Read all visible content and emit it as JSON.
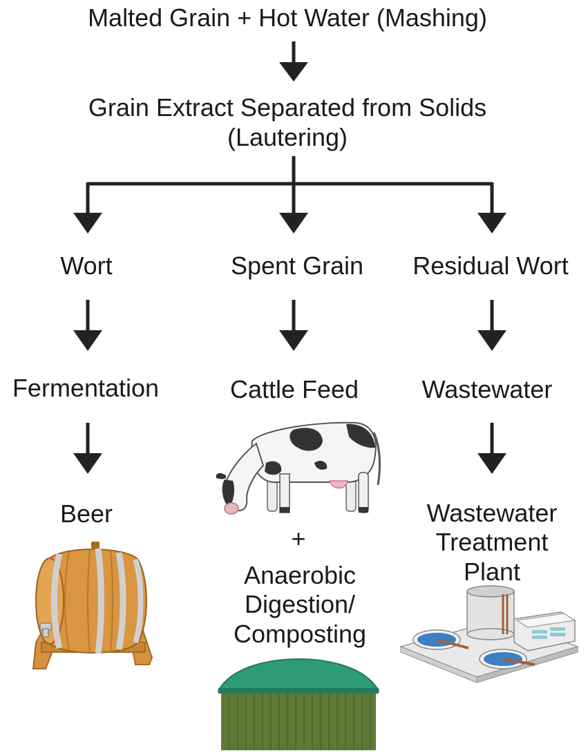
{
  "nodes": {
    "mashing": "Malted Grain + Hot Water (Mashing)",
    "lautering": [
      "Grain Extract Separated from Solids",
      "(Lautering)"
    ],
    "wort": "Wort",
    "spent_grain": "Spent Grain",
    "residual_wort": "Residual Wort",
    "fermentation": "Fermentation",
    "cattle_feed": "Cattle Feed",
    "wastewater": "Wastewater",
    "beer": "Beer",
    "plus": "+",
    "anaerobic": [
      "Anaerobic",
      "Digestion/",
      "Composting"
    ],
    "treatment": [
      "Wastewater",
      "Treatment",
      "Plant"
    ]
  },
  "illustrations": {
    "barrel": "barrel-icon",
    "cow": "cow-icon",
    "digester": "digester-icon",
    "treatment_plant": "treatment-plant-icon"
  },
  "colors": {
    "arrow": "#222222",
    "barrel_wood": "#d9953f",
    "barrel_band": "#c9c9c9",
    "digester_dome": "#2f9a78",
    "digester_wall": "#5e7a38",
    "water": "#3d7fc4"
  }
}
